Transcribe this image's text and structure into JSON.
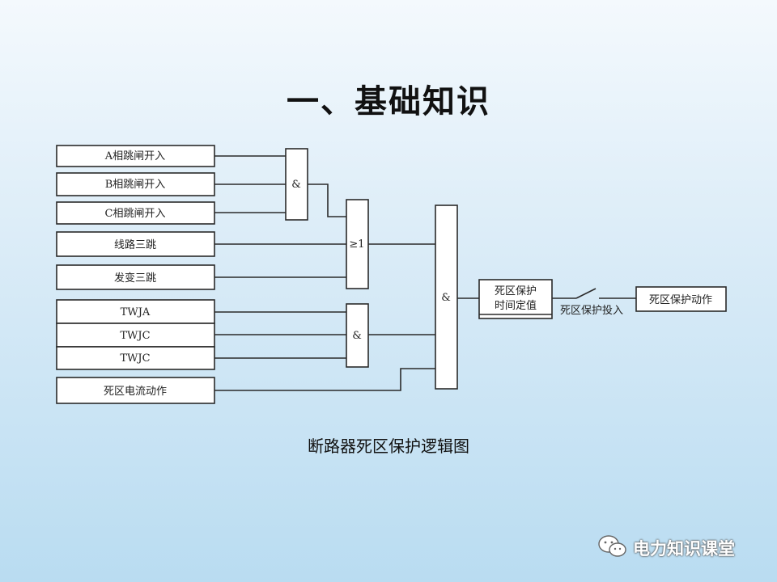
{
  "slide": {
    "title": "一、基础知识",
    "caption": "断路器死区保护逻辑图"
  },
  "diagram": {
    "inputs": {
      "a_trip": "A相跳闸开入",
      "b_trip": "B相跳闸开入",
      "c_trip": "C相跳闸开入",
      "line_trip": "线路三跳",
      "transformer_trip": "发变三跳",
      "twja": "TWJA",
      "twjc_1": "TWJC",
      "twjc_2": "TWJC",
      "dead_zone_current": "死区电流动作"
    },
    "gates": {
      "and_abc": "&",
      "or_1": "≥1",
      "and_twj": "&",
      "and_main": "&"
    },
    "timer": {
      "line1": "死区保护",
      "line2": "时间定值"
    },
    "switch_label": "死区保护投入",
    "output": "死区保护动作"
  },
  "watermark": {
    "text": "电力知识课堂",
    "icon": "wechat-icon"
  }
}
